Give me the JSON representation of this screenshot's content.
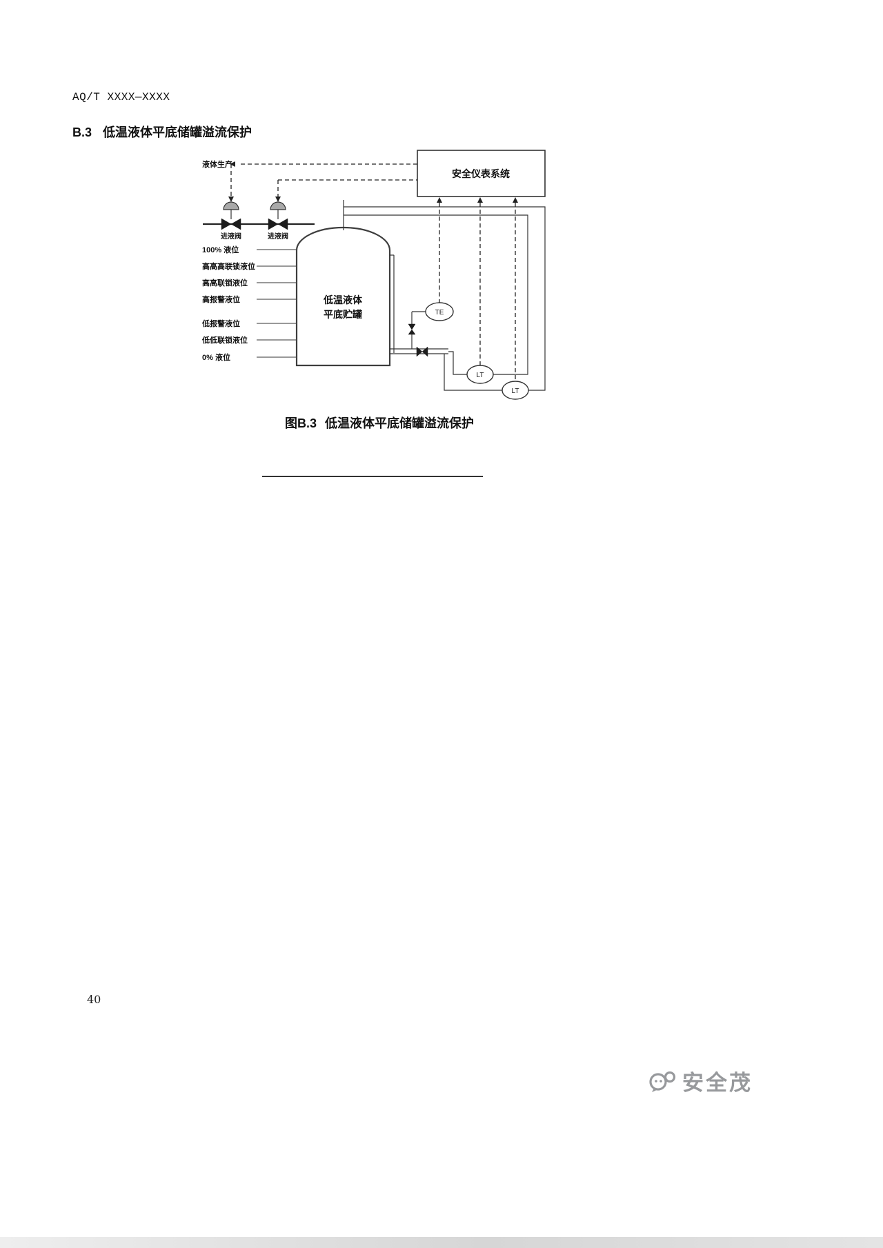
{
  "header": {
    "code": "AQ/T XXXX—XXXX"
  },
  "section": {
    "number": "B.3",
    "title": "低温液体平底储罐溢流保护"
  },
  "caption": {
    "number": "图B.3",
    "title": "低温液体平底储罐溢流保护"
  },
  "diagram": {
    "system_box": "安全仪表系统",
    "liquid_production": "液体生产",
    "valve_labels": [
      "进液阀",
      "进液阀"
    ],
    "tank_label_line1": "低温液体",
    "tank_label_line2": "平底贮罐",
    "levels": [
      "100% 液位",
      "高高高联锁液位",
      "高高联锁液位",
      "高报警液位",
      "低报警液位",
      "低低联锁液位",
      "0% 液位"
    ],
    "instruments": {
      "te": "TE",
      "lt1": "LT",
      "lt2": "LT"
    }
  },
  "footer": {
    "page_number": "40",
    "brand": "安全茂"
  },
  "colors": {
    "line": "#333333",
    "brand_gray": "#97999c"
  }
}
